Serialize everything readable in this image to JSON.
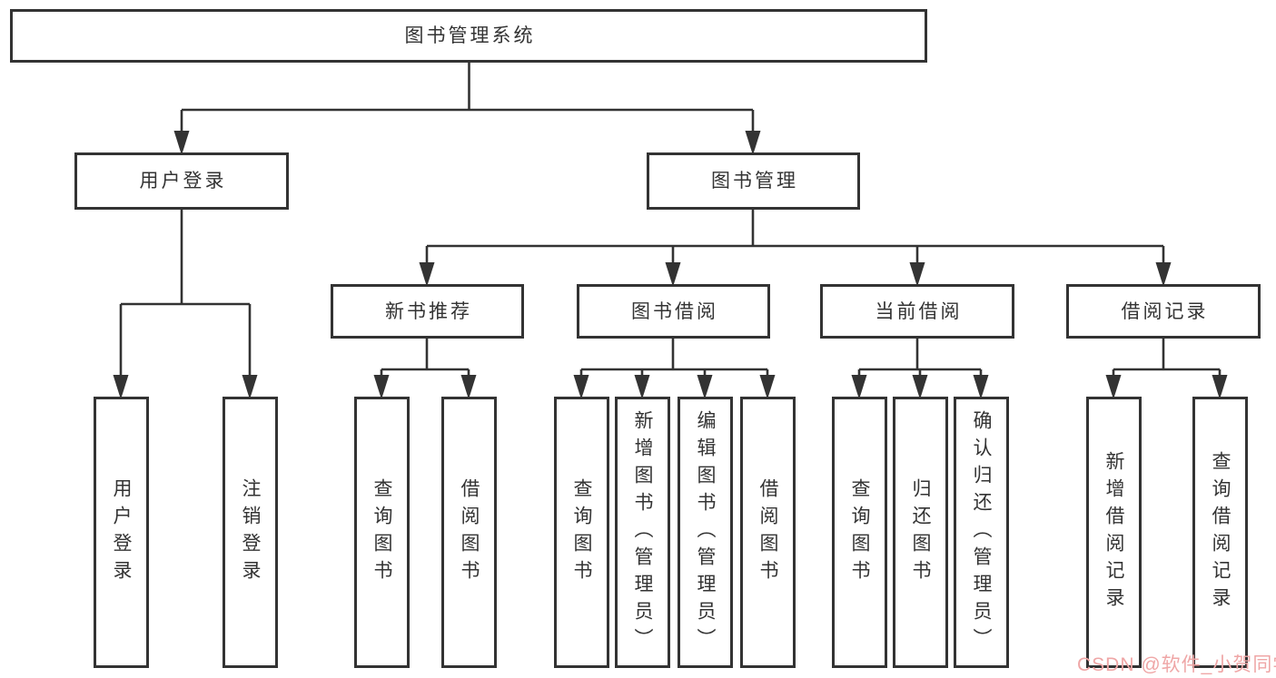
{
  "diagram_title": "图书管理系统",
  "tree": {
    "label": "图书管理系统",
    "children": [
      {
        "label": "用户登录",
        "children": [
          {
            "label": "用户登录"
          },
          {
            "label": "注销登录"
          }
        ]
      },
      {
        "label": "图书管理",
        "children": [
          {
            "label": "新书推荐",
            "children": [
              {
                "label": "查询图书"
              },
              {
                "label": "借阅图书"
              }
            ]
          },
          {
            "label": "图书借阅",
            "children": [
              {
                "label": "查询图书"
              },
              {
                "label": "新增图书（管理员）"
              },
              {
                "label": "编辑图书（管理员）"
              },
              {
                "label": "借阅图书"
              }
            ]
          },
          {
            "label": "当前借阅",
            "children": [
              {
                "label": "查询图书"
              },
              {
                "label": "归还图书"
              },
              {
                "label": "确认归还（管理员）"
              }
            ]
          },
          {
            "label": "借阅记录",
            "children": [
              {
                "label": "新增借阅记录"
              },
              {
                "label": "查询借阅记录"
              }
            ]
          }
        ]
      }
    ]
  },
  "watermark": {
    "text": "CSDN @软件_小贺同学",
    "color": "#efa6a6"
  },
  "colors": {
    "line": "#333333",
    "box_border": "#333333",
    "text": "#333333",
    "background": "#ffffff"
  }
}
